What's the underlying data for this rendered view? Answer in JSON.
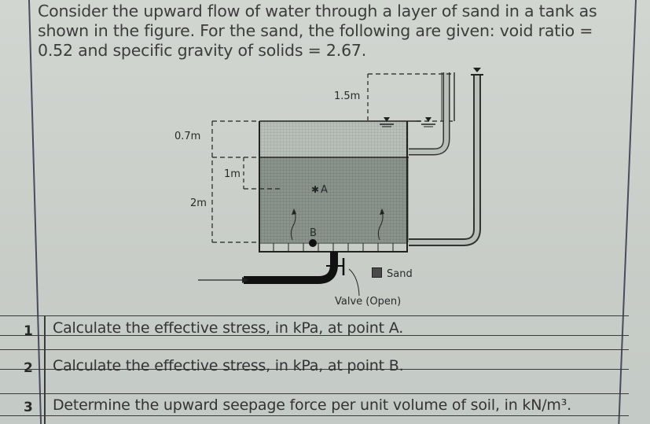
{
  "problem": {
    "intro_lines": [
      "Consider the upward flow of water through a layer of sand in a tank as",
      "shown in the figure. For the sand, the following are given: void ratio =",
      "0.52 and specific gravity of solids = 2.67."
    ],
    "given": {
      "void_ratio": 0.52,
      "specific_gravity_of_solids": 2.67
    }
  },
  "figure": {
    "dimensions": {
      "head_difference": "1.5m",
      "water_above_sand": "0.7m",
      "depth_to_A": "1m",
      "sand_thickness": "2m"
    },
    "points": {
      "a": "A",
      "b": "B"
    },
    "legend": {
      "sand_label": "Sand"
    },
    "valve_label": "Valve (Open)"
  },
  "questions": [
    {
      "number": "1",
      "text": "Calculate the effective stress, in kPa, at point A."
    },
    {
      "number": "2",
      "text": "Calculate the effective stress, in kPa, at point B."
    },
    {
      "number": "3",
      "text": "Determine the upward seepage force per unit volume of soil, in kN/m³."
    }
  ],
  "colors": {
    "background": "#c9cfca",
    "text": "#333333",
    "rule": "#3a3a3a"
  }
}
